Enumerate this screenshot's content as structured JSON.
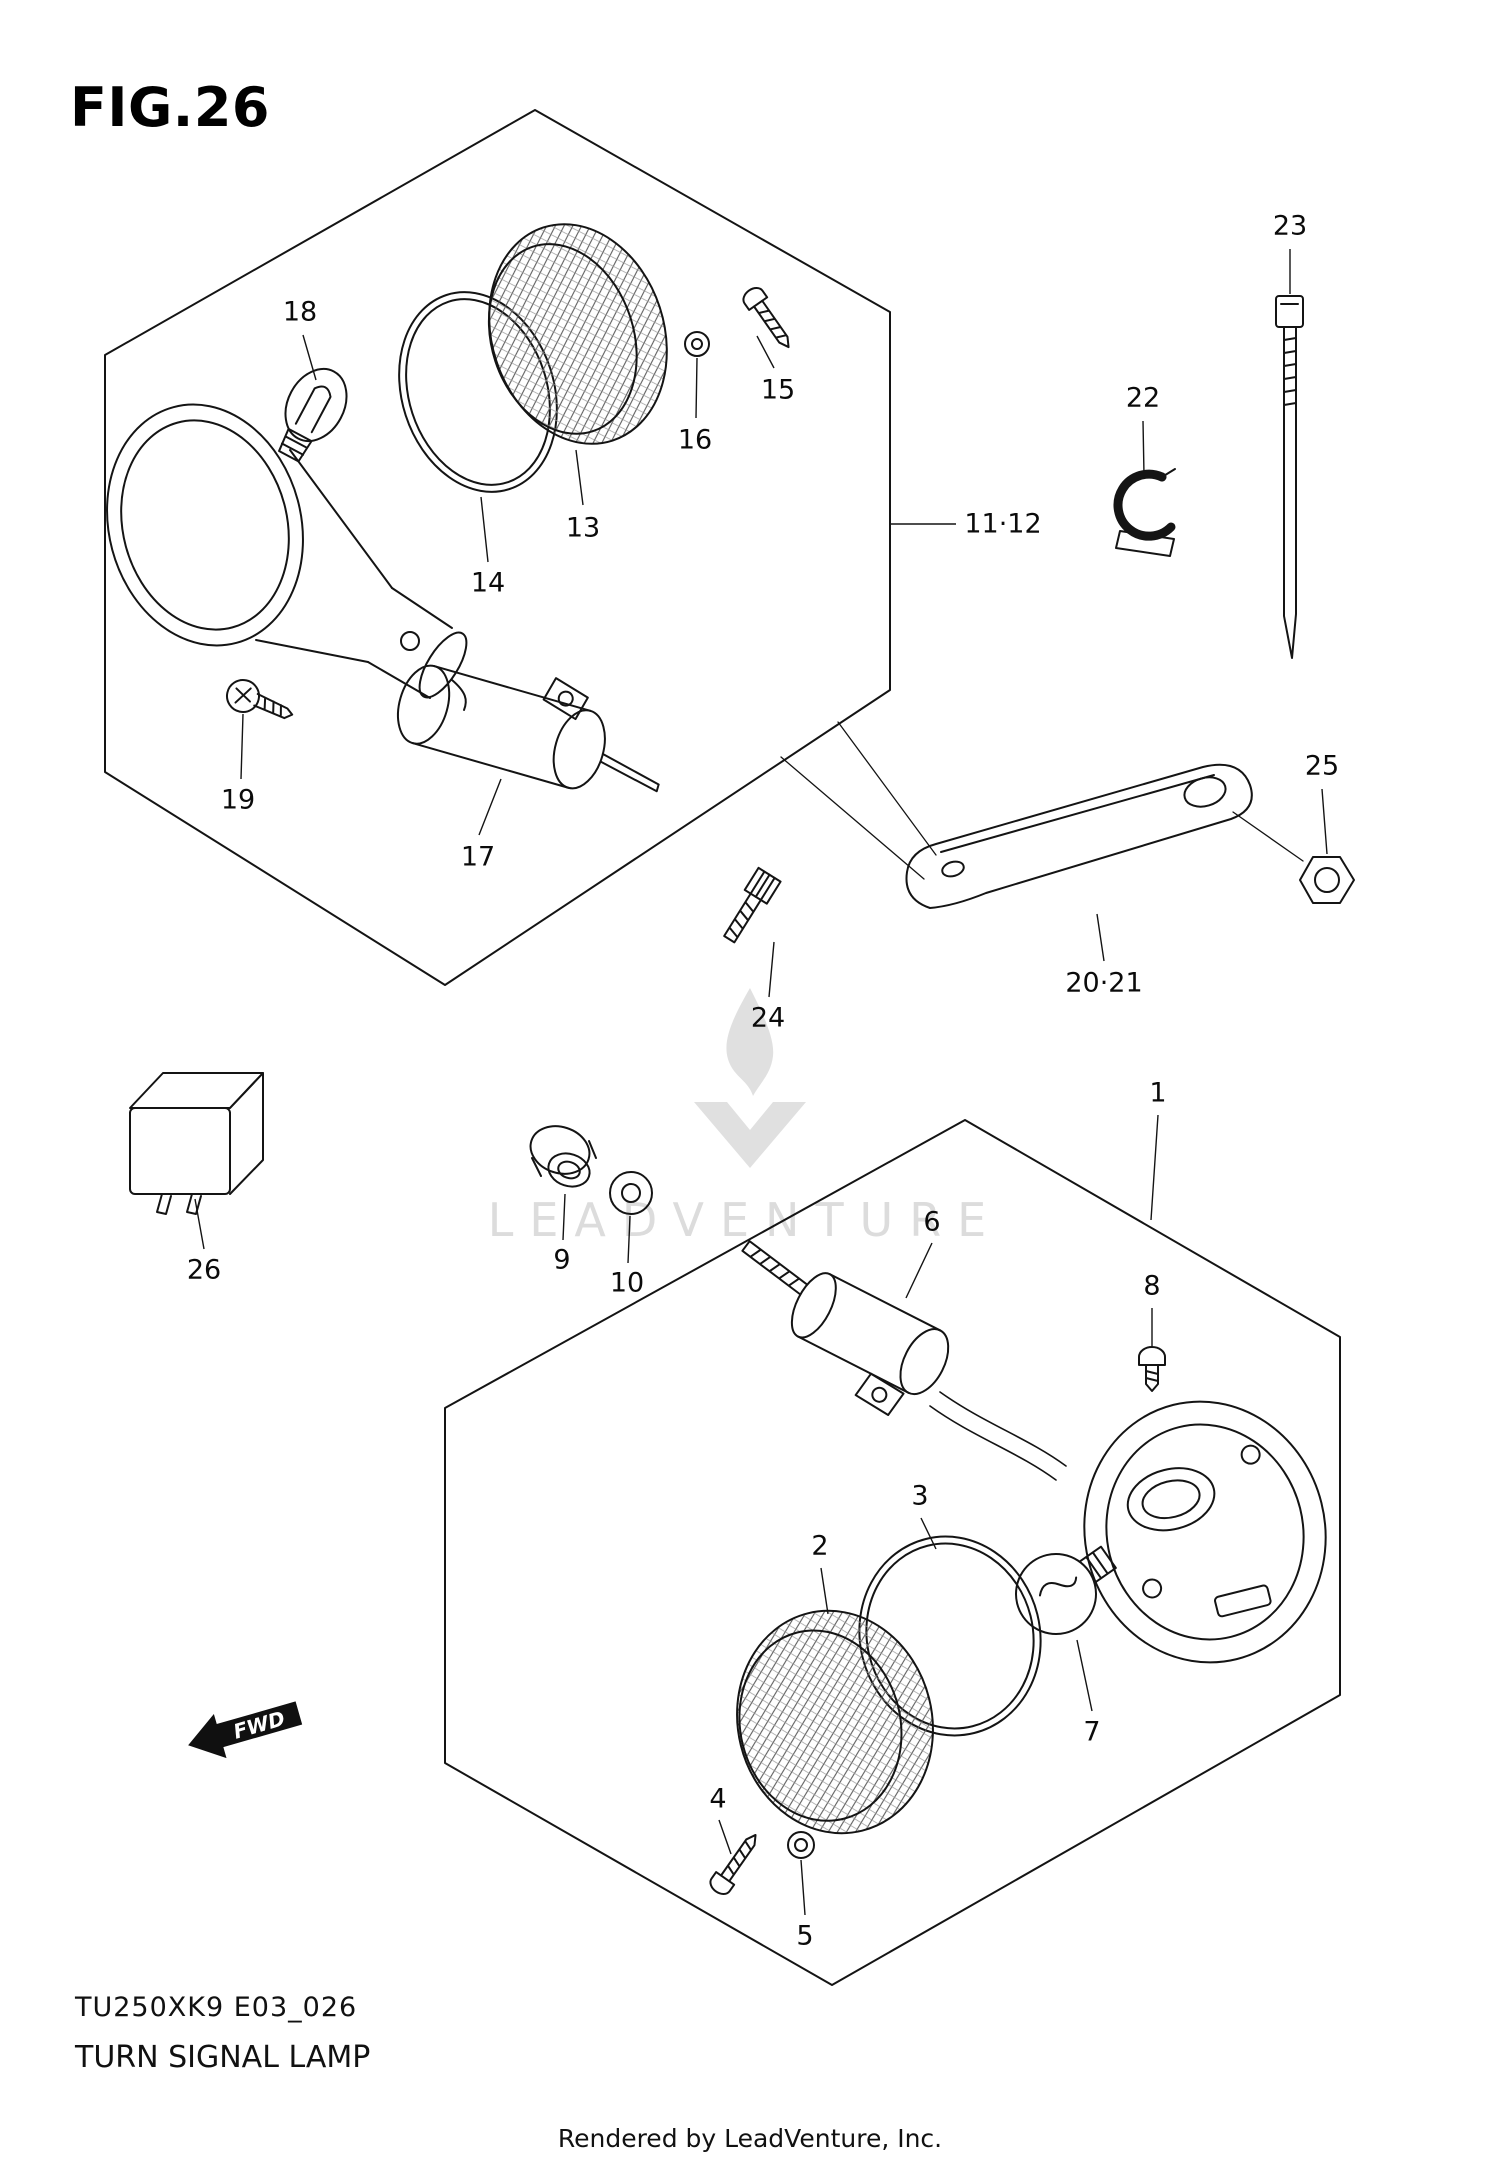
{
  "figure": {
    "title": "FIG.26",
    "watermark": "LEADVENTURE",
    "fwd_label": "FWD"
  },
  "part_labels": {
    "p1": "1",
    "p2": "2",
    "p3": "3",
    "p4": "4",
    "p5": "5",
    "p6": "6",
    "p7": "7",
    "p8": "8",
    "p9": "9",
    "p10": "10",
    "p11_12": "11·12",
    "p13": "13",
    "p14": "14",
    "p15": "15",
    "p16": "16",
    "p17": "17",
    "p18": "18",
    "p19": "19",
    "p20_21": "20·21",
    "p22": "22",
    "p23": "23",
    "p24": "24",
    "p25": "25",
    "p26": "26"
  },
  "footer": {
    "code": "TU250XK9 E03_026",
    "title": "TURN SIGNAL LAMP",
    "credit": "Rendered by LeadVenture, Inc."
  }
}
